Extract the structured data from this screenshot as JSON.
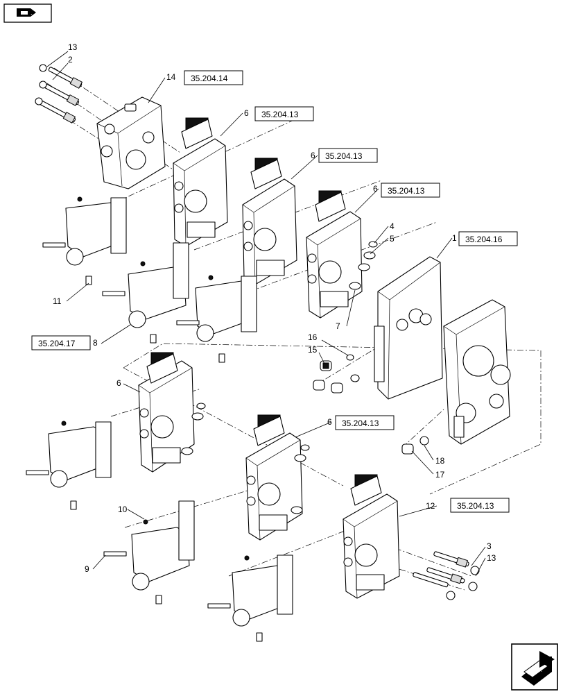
{
  "nav": {
    "top_icon": "book-arrow-icon",
    "bottom_icon": "next-page-arrow-icon"
  },
  "references": {
    "r14": "35.204.14",
    "r6a": "35.204.13",
    "r6b": "35.204.13",
    "r6c": "35.204.13",
    "r1": "35.204.16",
    "r8": "35.204.17",
    "r6d": "35.204.13",
    "r12": "35.204.13"
  },
  "callouts": {
    "c13a": "13",
    "c2": "2",
    "c14": "14",
    "c6a": "6",
    "c6b": "6",
    "c6c": "6",
    "c4": "4",
    "c5": "5",
    "c1": "1",
    "c11": "11",
    "c7": "7",
    "c16": "16",
    "c15": "15",
    "c8": "8",
    "c6d": "6",
    "c6e": "6",
    "c18": "18",
    "c17": "17",
    "c10": "10",
    "c12": "12",
    "c3": "3",
    "c13b": "13",
    "c9": "9"
  },
  "colors": {
    "line": "#000000",
    "background": "#ffffff",
    "shade": "#dcdcdc"
  }
}
